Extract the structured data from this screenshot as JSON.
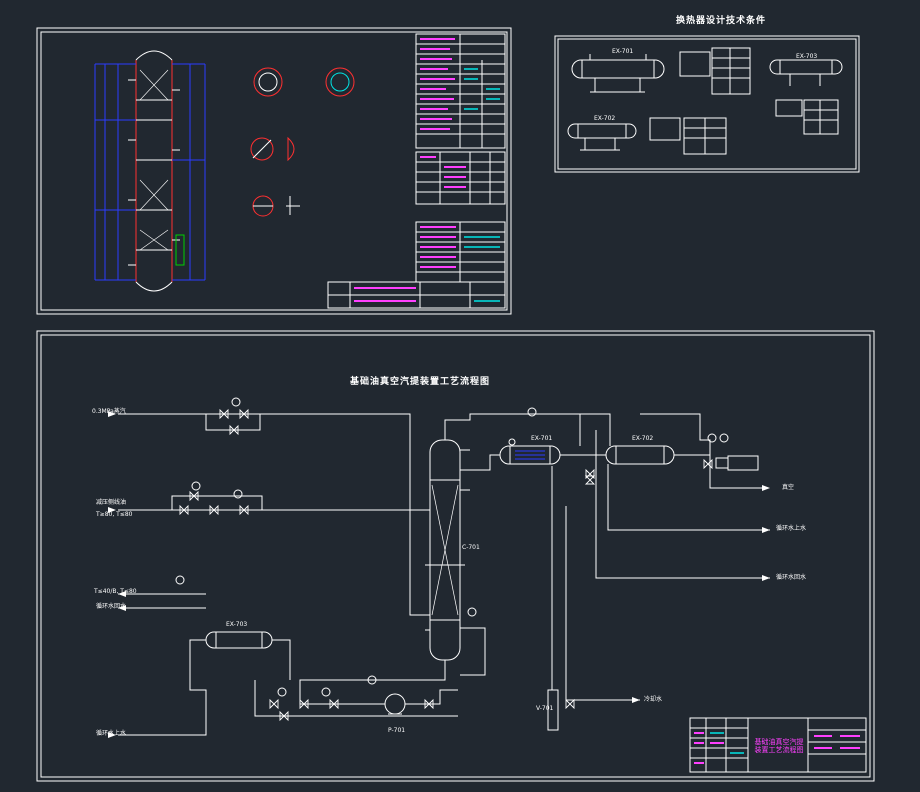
{
  "drawing_sheet_1": {
    "note": ""
  },
  "drawing_sheet_2": {
    "title": "换热器设计技术条件",
    "equipment": [
      "EX-701",
      "EX-702",
      "EX-703"
    ]
  },
  "process_flow": {
    "title": "基础油真空汽提装置工艺流程图",
    "streams": {
      "steam": "0.3MPa蒸汽",
      "feed": "减压侧线油",
      "feed_spec": "T≥80, T≤80",
      "product": "T≤40/B, T≤80",
      "cw_return": "循环水回水",
      "cw_supply": "循环水上水",
      "cw_supply_2": "循环水上水",
      "cw_return_2": "循环水回水",
      "vacuum": "真空",
      "cold_water": "冷却水"
    },
    "tags": {
      "column": "C-701",
      "ex1": "EX-701",
      "ex2": "EX-702",
      "ex3": "EX-703",
      "pump": "P-701",
      "vessel": "V-701"
    },
    "title_block": {
      "name": "基础油真空汽提装置工艺流程图"
    }
  },
  "colors": {
    "background": "#212830",
    "line": "#ffffff",
    "accent": "#ff40ff",
    "cyan": "#00e5e5",
    "blue": "#2b3dff",
    "red": "#ff3030",
    "yellow": "#e8e800",
    "green": "#00d000"
  }
}
